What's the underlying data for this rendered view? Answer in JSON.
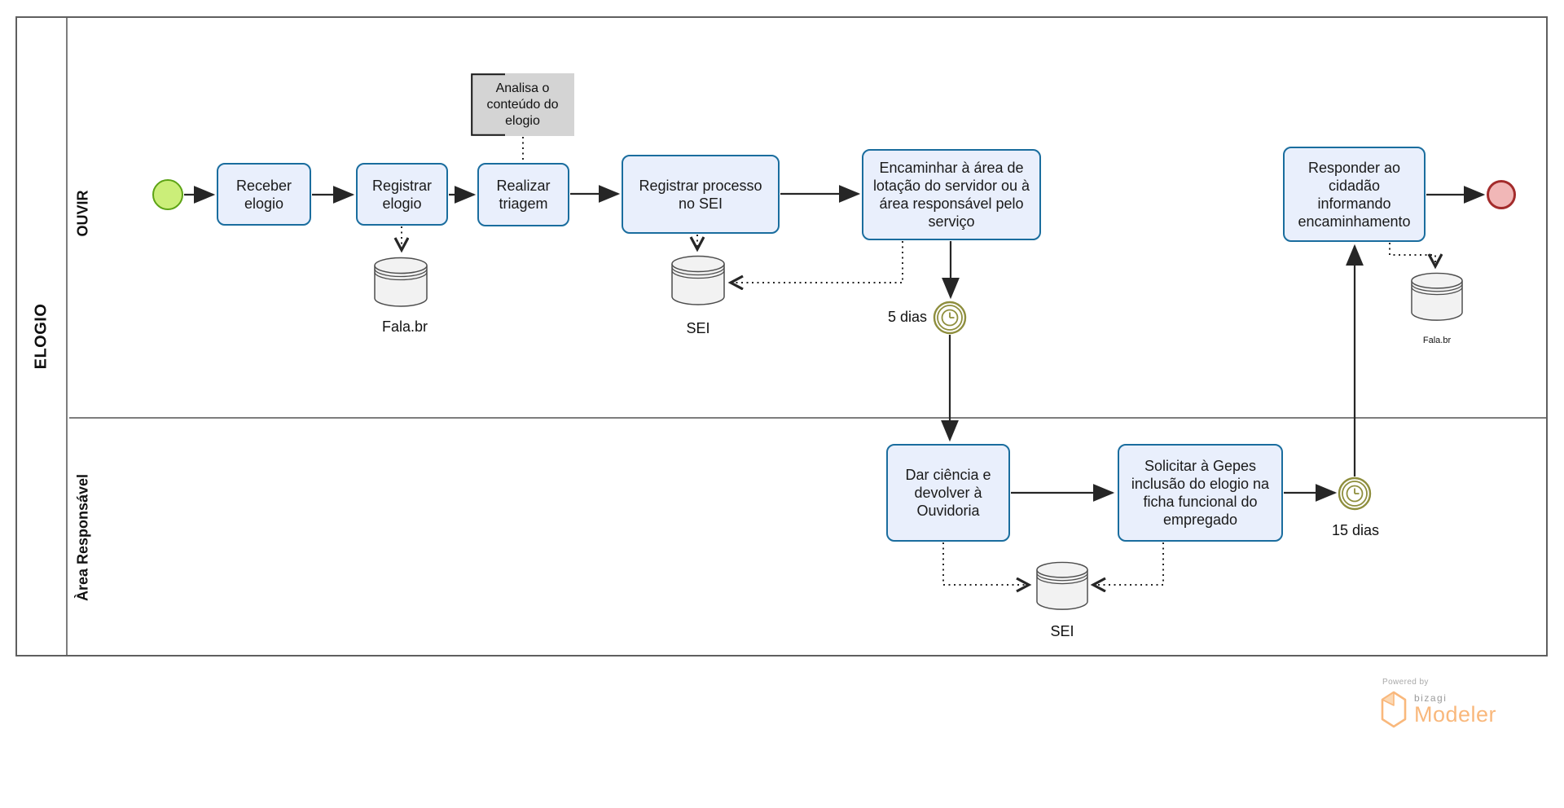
{
  "pool": {
    "name": "ELOGIO"
  },
  "lanes": [
    {
      "name": "OUVIR"
    },
    {
      "name": "Àrea Responsável"
    }
  ],
  "tasks": {
    "receber": {
      "label": "Receber elogio"
    },
    "registrar": {
      "label": "Registrar elogio"
    },
    "triagem": {
      "label": "Realizar triagem"
    },
    "processo_sei": {
      "label": "Registrar processo no SEI"
    },
    "encaminhar": {
      "label": "Encaminhar à área de lotação do servidor ou à área responsável pelo serviço"
    },
    "dar_ciencia": {
      "label": "Dar ciência e devolver à Ouvidoria"
    },
    "solicitar": {
      "label": "Solicitar à Gepes inclusão do elogio na ficha funcional do empregado"
    },
    "responder": {
      "label": "Responder ao cidadão informando encaminhamento"
    }
  },
  "events": {
    "start": {
      "type": "start-event"
    },
    "end": {
      "type": "end-event"
    },
    "timer5": {
      "label": "5 dias"
    },
    "timer15": {
      "label": "15 dias"
    }
  },
  "data_stores": {
    "falabr_top": {
      "label": "Fala.br"
    },
    "sei_top": {
      "label": "SEI"
    },
    "sei_bottom": {
      "label": "SEI"
    },
    "falabr_right": {
      "label": "Fala.br"
    }
  },
  "annotation": {
    "text": "Analisa o conteúdo do elogio"
  },
  "branding": {
    "powered_by": "Powered by",
    "brand": "bizagi",
    "product": "Modeler"
  },
  "colors": {
    "task_fill": "#e9effc",
    "task_border": "#1a6d9e",
    "start_fill": "#cbee79",
    "start_border": "#5da315",
    "end_fill": "#f1b7b7",
    "end_border": "#a32b2b",
    "timer": "#8e8e3d",
    "annotation_fill": "#d4d4d4",
    "connector": "#262626",
    "lane_border": "#7d7d7d",
    "logo_orange": "#f9b87c"
  }
}
